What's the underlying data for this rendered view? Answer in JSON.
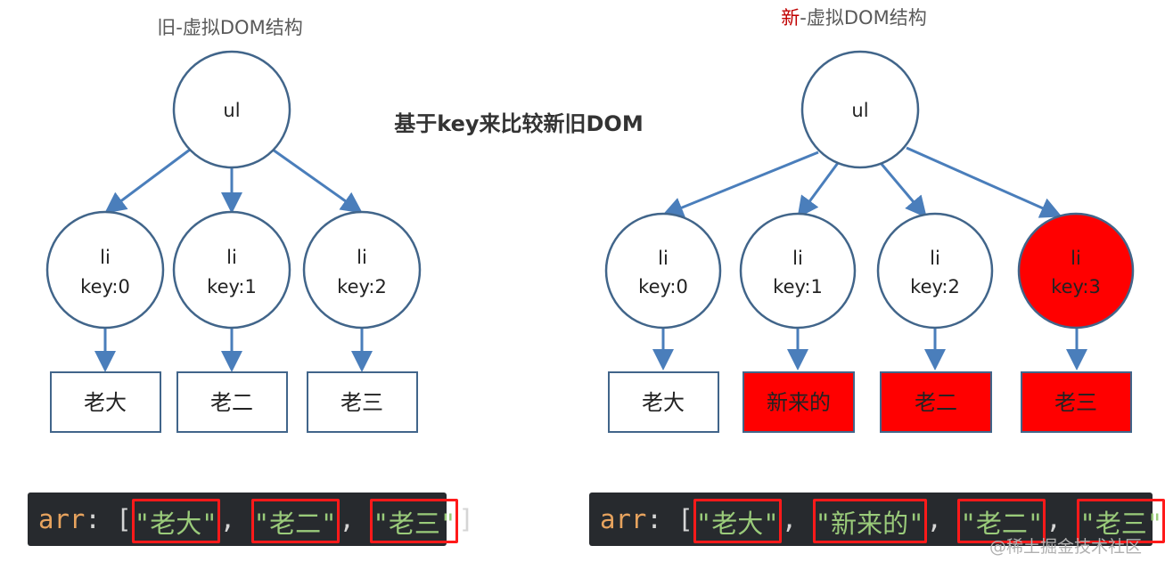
{
  "left_title": "旧-虚拟DOM结构",
  "right_title_accent": "新",
  "right_title_rest": "-虚拟DOM结构",
  "center_title": "基于key来比较新旧DOM",
  "old_tree": {
    "root": "ul",
    "nodes": [
      {
        "line1": "li",
        "line2": "key:0",
        "leaf": "老大",
        "highlight": false
      },
      {
        "line1": "li",
        "line2": "key:1",
        "leaf": "老二",
        "highlight": false
      },
      {
        "line1": "li",
        "line2": "key:2",
        "leaf": "老三",
        "highlight": false
      }
    ]
  },
  "new_tree": {
    "root": "ul",
    "nodes": [
      {
        "line1": "li",
        "line2": "key:0",
        "leaf": "老大",
        "highlight": false,
        "node_red": false
      },
      {
        "line1": "li",
        "line2": "key:1",
        "leaf": "新来的",
        "highlight": true,
        "node_red": false
      },
      {
        "line1": "li",
        "line2": "key:2",
        "leaf": "老二",
        "highlight": true,
        "node_red": false
      },
      {
        "line1": "li",
        "line2": "key:3",
        "leaf": "老三",
        "highlight": true,
        "node_red": true
      }
    ]
  },
  "old_arr": {
    "key": "arr",
    "items": [
      "\"老大\"",
      "\"老二\"",
      "\"老三\""
    ]
  },
  "new_arr": {
    "key": "arr",
    "items": [
      "\"老大\"",
      "\"新来的\"",
      "\"老二\"",
      "\"老三\""
    ]
  },
  "watermark": "@稀土掘金技术社区",
  "colors": {
    "highlight_red": "#ff0000",
    "edge_blue": "#4a7ebb",
    "node_stroke": "#41658a",
    "code_bg": "#272a2e"
  }
}
